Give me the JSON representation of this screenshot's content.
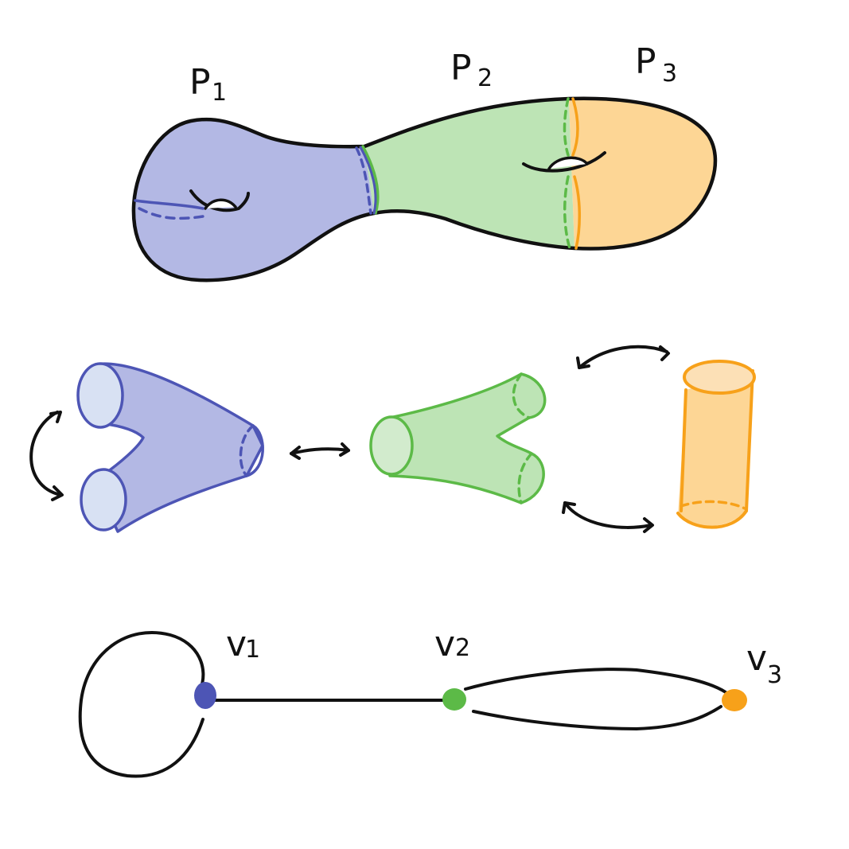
{
  "labels": {
    "p1": "P",
    "p1_sub": "1",
    "p2": "P",
    "p2_sub": "2",
    "p3": "P",
    "p3_sub": "3",
    "v1": "v",
    "v1_sub": "1",
    "v2": "v",
    "v2_sub": "2",
    "v3": "v",
    "v3_sub": "3"
  },
  "colors": {
    "outline": "#111111",
    "blue_line": "#4d55b5",
    "blue_fill": "#b3b8e4",
    "blue_cuff": "#d8e1f3",
    "green_line": "#5cba47",
    "green_fill": "#bde4b5",
    "green_cuff": "#d2ebcd",
    "orange_line": "#f7a11a",
    "orange_fill": "#fdd695",
    "orange_cuff": "#fce0b6"
  },
  "icons": {
    "surface": "genus-two-surface",
    "pants1": "pair-of-pants",
    "pants2": "pair-of-pants",
    "cylinder": "cylinder",
    "arrows": "double-headed-arrow",
    "graph": "dual-graph"
  }
}
